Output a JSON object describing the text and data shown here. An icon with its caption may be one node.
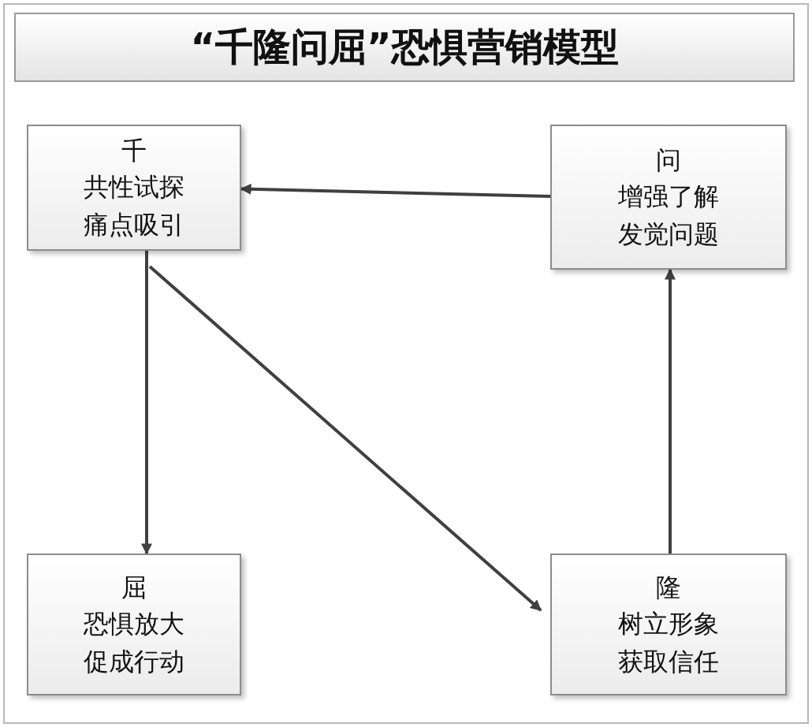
{
  "diagram": {
    "title": "“千隆问屈”恐惧营销模型",
    "nodes": [
      {
        "text": [
          "千",
          "共性试探",
          "痛点吸引"
        ]
      },
      {
        "text": [
          "问",
          "增强了解",
          "发觉问题"
        ]
      },
      {
        "text": [
          "屈",
          "恐惧放大",
          "促成行动"
        ]
      },
      {
        "text": [
          "隆",
          "树立形象",
          "获取信任"
        ]
      }
    ],
    "edges": [
      {
        "from": 1,
        "to": 0,
        "arrow": "to"
      },
      {
        "from": 0,
        "to": 2,
        "arrow": "to"
      },
      {
        "from": 0,
        "to": 3,
        "arrow": "to"
      },
      {
        "from": 3,
        "to": 1,
        "arrow": "to"
      }
    ]
  }
}
